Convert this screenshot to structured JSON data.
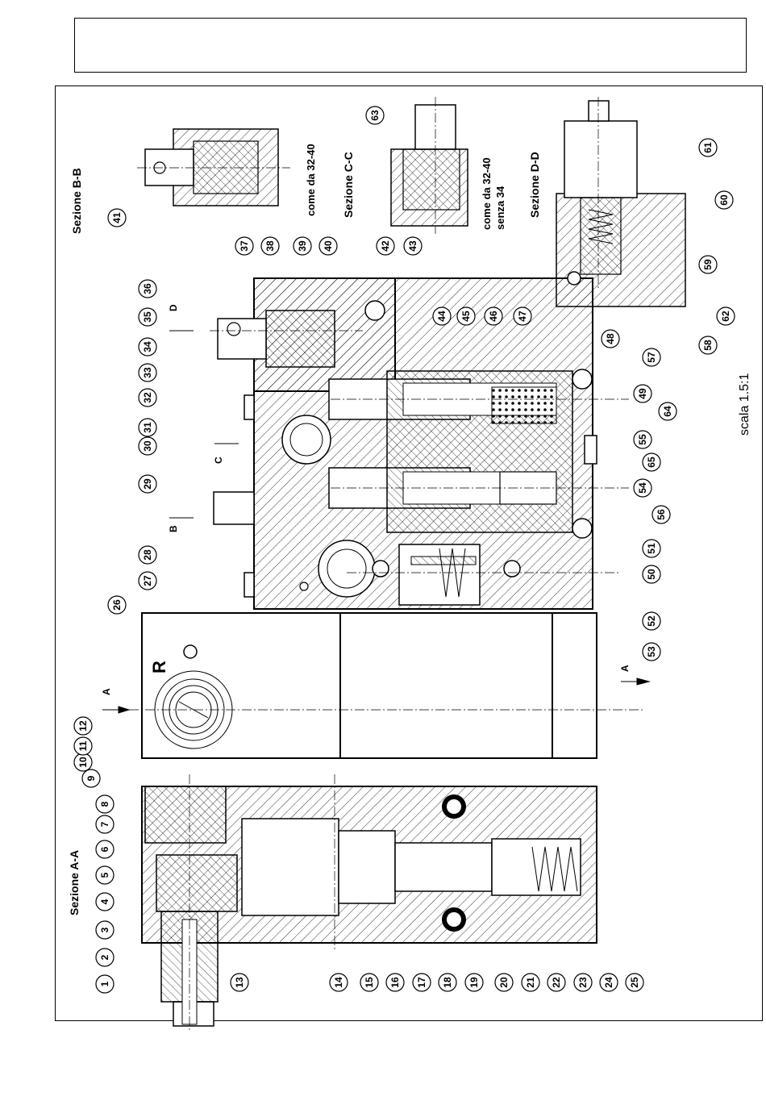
{
  "sections": {
    "aa": "Sezione A-A",
    "bb": "Sezione B-B",
    "cc": "Sezione C-C",
    "dd": "Sezione D-D"
  },
  "notes": {
    "bb_note": "come da 32-40",
    "cc_note_1": "come da 32-40",
    "cc_note_2": "senza 34",
    "scale": "scala 1.5:1"
  },
  "markers": {
    "r": "R",
    "a": "A",
    "b": "B",
    "c": "C",
    "d": "D"
  },
  "callouts": [
    "1",
    "2",
    "3",
    "4",
    "5",
    "6",
    "7",
    "8",
    "9",
    "10",
    "11",
    "12",
    "13",
    "14",
    "15",
    "16",
    "17",
    "18",
    "19",
    "20",
    "21",
    "22",
    "23",
    "24",
    "25",
    "26",
    "27",
    "28",
    "29",
    "30",
    "31",
    "32",
    "33",
    "34",
    "35",
    "36",
    "37",
    "38",
    "39",
    "40",
    "41",
    "42",
    "43",
    "44",
    "45",
    "46",
    "47",
    "48",
    "49",
    "50",
    "51",
    "52",
    "53",
    "54",
    "55",
    "56",
    "57",
    "58",
    "59",
    "60",
    "61",
    "62",
    "63",
    "64",
    "65"
  ]
}
